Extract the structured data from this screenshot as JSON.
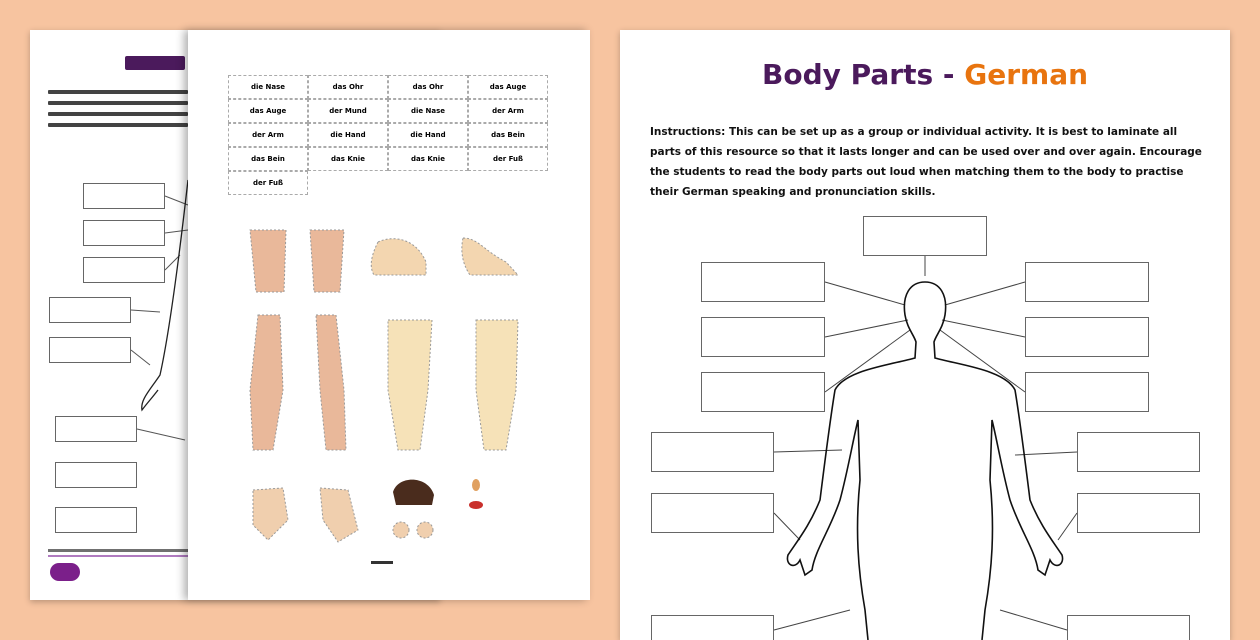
{
  "worksheet": {
    "title_main": "Body Parts - ",
    "title_language": "German",
    "instructions": "Instructions: This can be set up as a group or individual activity. It is best to laminate all parts of this resource so that it lasts longer and can be used over and over again. Encourage the students to read the body parts out loud when matching them to the body to practise their German speaking and pronunciation skills."
  },
  "cards": [
    "die Nase",
    "das Ohr",
    "das Ohr",
    "das Auge",
    "das Auge",
    "der Mund",
    "die Nase",
    "der Arm",
    "der Arm",
    "die Hand",
    "die Hand",
    "das Bein",
    "das Bein",
    "das Knie",
    "das Knie",
    "der Fuß",
    "der Fuß"
  ],
  "colors": {
    "background": "#f7c4a0",
    "title_purple": "#4b1a5c",
    "title_orange": "#e8740f",
    "skin": "#f0c9a4",
    "logo": "#7b1f8a"
  }
}
